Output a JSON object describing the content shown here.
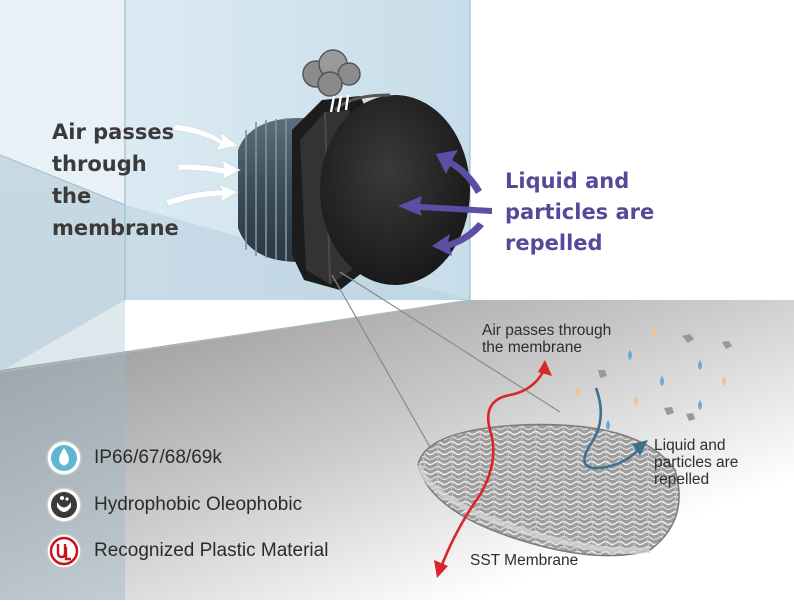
{
  "left_label": {
    "lines": [
      "Air passes",
      "through",
      "the",
      "membrane"
    ]
  },
  "right_label": {
    "lines": [
      "Liquid and",
      "particles are",
      "repelled"
    ]
  },
  "membrane_diagram": {
    "air_label": [
      "Air passes through",
      "the membrane"
    ],
    "liquid_label": [
      "Liquid and",
      "particles are",
      "repelled"
    ],
    "membrane_label": "SST Membrane"
  },
  "features": [
    {
      "label": "IP66/67/68/69k",
      "icon": "water-drop-icon"
    },
    {
      "label": "Hydrophobic Oleophobic",
      "icon": "leaf-shield-icon"
    },
    {
      "label": "Recognized Plastic Material",
      "icon": "ul-mark-icon"
    }
  ],
  "colors": {
    "label_dark": "#3a3a3a",
    "label_blue": "#56499a",
    "arrow_red": "#d9262b",
    "arrow_blue": "#3f6f8e",
    "wall_blue": "#cfe3ee",
    "vent_black": "#262626"
  }
}
